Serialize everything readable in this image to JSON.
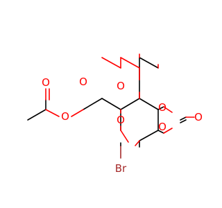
{
  "molecule": {
    "atoms": [
      {
        "id": "O1",
        "element": "O",
        "label": "O",
        "color": "#ff0000"
      },
      {
        "id": "O2",
        "element": "O",
        "label": "O",
        "color": "#ff0000"
      },
      {
        "id": "O3",
        "element": "O",
        "label": "O",
        "color": "#ff0000"
      },
      {
        "id": "O4",
        "element": "O",
        "label": "O",
        "color": "#ff0000"
      },
      {
        "id": "O5",
        "element": "O",
        "label": "O",
        "color": "#ff0000"
      },
      {
        "id": "O6",
        "element": "O",
        "label": "O",
        "color": "#ff0000"
      },
      {
        "id": "O7",
        "element": "O",
        "label": "O",
        "color": "#ff0000"
      },
      {
        "id": "O8",
        "element": "O",
        "label": "O",
        "color": "#ff0000"
      },
      {
        "id": "Br1",
        "element": "Br",
        "label": "Br",
        "color": "#a52a2a"
      }
    ]
  }
}
